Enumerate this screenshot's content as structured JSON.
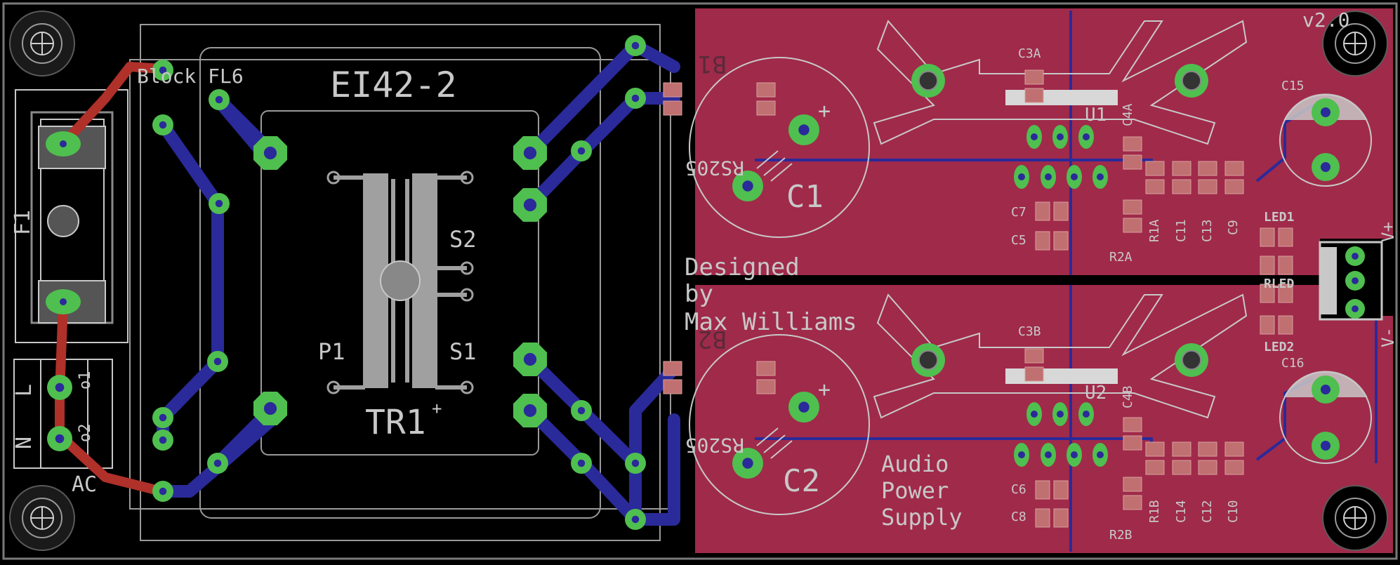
{
  "board": {
    "version": "v2.0",
    "designer_lines": [
      "Designed",
      "by",
      "Max Williams"
    ],
    "project_lines": [
      "Audio",
      "Power",
      "Supply"
    ]
  },
  "labels": {
    "block": "Block FL6",
    "transformer": "EI42-2",
    "tr1": "TR1",
    "p1": "P1",
    "s1": "S1",
    "s2": "S2",
    "f1": "F1",
    "ac": "AC",
    "ac_pin1": "o1",
    "ac_pin2": "o2",
    "ac_L": "L",
    "ac_N": "N",
    "c1": "C1",
    "c2": "C2",
    "b1": "B1",
    "b2": "B2",
    "b1_part": "RS205",
    "b2_part": "RS205",
    "c3a": "C3A",
    "c3b": "C3B",
    "c4a": "C4A",
    "c4b": "C4B",
    "u1": "U1",
    "u2": "U2",
    "c5": "C5",
    "c6": "C6",
    "c7": "C7",
    "c8": "C8",
    "r1a": "R1A",
    "r1b": "R1B",
    "r2a": "R2A",
    "r2b": "R2B",
    "c9": "C9",
    "c10": "C10",
    "c11": "C11",
    "c12": "C12",
    "c13": "C13",
    "c14": "C14",
    "c15": "C15",
    "c16": "C16",
    "led1": "LED1",
    "led2": "LED2",
    "rled": "RLED",
    "vplus": "V+",
    "vminus": "V-",
    "plus": "+"
  },
  "colors": {
    "background": "#000000",
    "copper_top": "#a02a4a",
    "copper_trace_top": "#b0302a",
    "copper_bottom": "#2a2a9a",
    "pad": "#4fbf4f",
    "silkscreen": "#c8c8c8",
    "dim_outline": "#9a9a9a",
    "smd_pad": "#c06060"
  }
}
